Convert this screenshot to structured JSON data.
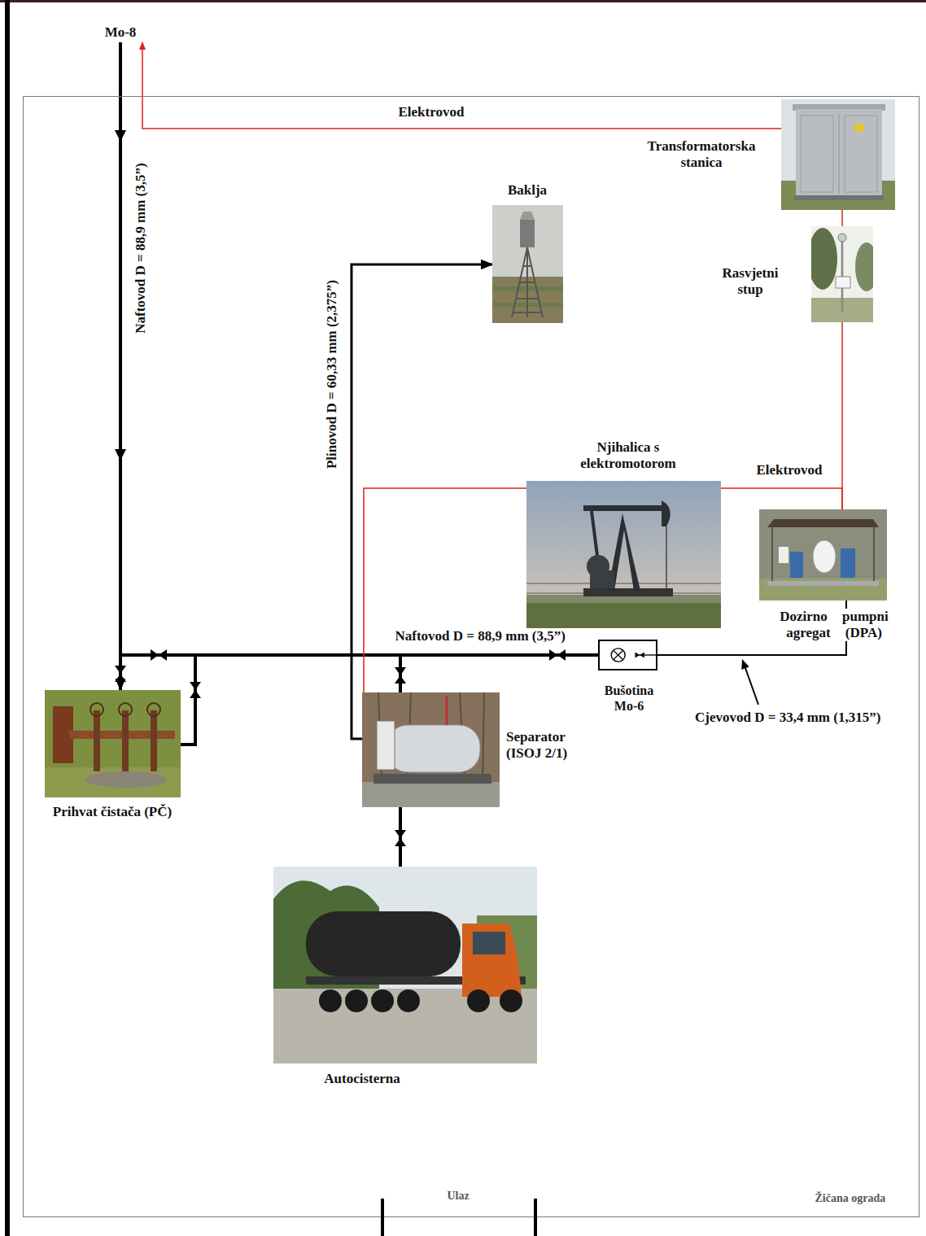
{
  "diagram": {
    "nodes": [
      {
        "text": [
          "Mo-8"
        ]
      },
      {
        "text": [
          "Transformatorska stanica"
        ]
      },
      {
        "text": [
          "Baklja"
        ]
      },
      {
        "text": [
          "Rasvjetni stup"
        ]
      },
      {
        "text": [
          "Njihalica s elektromotorom"
        ]
      },
      {
        "text": [
          "Dozirno pumpni agregat (DPA)"
        ]
      },
      {
        "text": [
          "Prihvat čistača (PČ)"
        ]
      },
      {
        "text": [
          "Separator (ISOJ 2/1)"
        ]
      },
      {
        "text": [
          "Bušotina Mo-6"
        ]
      },
      {
        "text": [
          "Autocisterna"
        ]
      }
    ],
    "edges": [
      {
        "from": 0,
        "to": 6,
        "arrow": "to",
        "label": "Naftovod D = 88,9 mm (3,5”)"
      },
      {
        "from": 1,
        "to": 0,
        "arrow": "to",
        "label": "Elektrovod"
      },
      {
        "from": 7,
        "to": 2,
        "arrow": "to",
        "label": "Plinovod D = 60,33 mm (2,375”)"
      },
      {
        "from": 8,
        "to": 6,
        "arrow": "none",
        "label": "Naftovod D = 88,9 mm (3,5”)"
      },
      {
        "from": 8,
        "to": 7,
        "arrow": "none"
      },
      {
        "from": 7,
        "to": 9,
        "arrow": "none"
      },
      {
        "from": 5,
        "to": 8,
        "arrow": "none",
        "label": "Cjevovod D = 33,4 mm (1,315”)"
      },
      {
        "from": 1,
        "to": 3,
        "arrow": "none"
      },
      {
        "from": 3,
        "to": 5,
        "arrow": "none"
      },
      {
        "from": 4,
        "to": 5,
        "arrow": "none",
        "label": "Elektrovod"
      },
      {
        "from": 4,
        "to": 7,
        "arrow": "none"
      }
    ],
    "labels": [
      "Ulaz",
      "Žičana ograda"
    ]
  }
}
